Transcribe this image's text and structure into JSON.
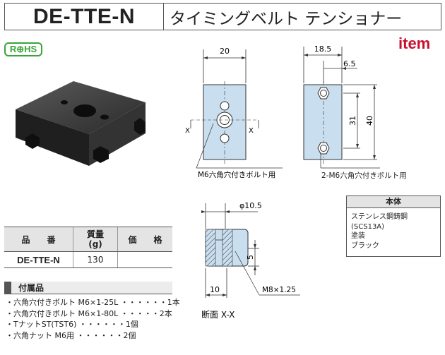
{
  "header": {
    "product_code": "DE-TTE-N",
    "product_name": "タイミングベルト テンショナー"
  },
  "badges": {
    "rohs": "R⊕HS",
    "brand": "item"
  },
  "colors": {
    "rohs_green": "#3aa43a",
    "brand_red": "#c8102e",
    "part_blue": "#c9deef",
    "block_black": "#2b2b2b"
  },
  "drawings": {
    "front": {
      "dim_width": "20",
      "label_x_left": "X",
      "label_x_right": "X",
      "callout": "M6六角穴付きボルト用"
    },
    "side": {
      "dim_width": "18.5",
      "dim_offset": "6.5",
      "dim_height_inner": "31",
      "dim_height_outer": "40",
      "callout": "2-M6六角穴付きボルト用"
    },
    "section": {
      "dim_diameter": "φ10.5",
      "dim_depth": "5",
      "dim_width": "10",
      "thread": "M8×1.25",
      "title": "断面 X-X"
    }
  },
  "spec_table": {
    "headers": [
      "品　　番",
      "質量\n(g)",
      "価　　格"
    ],
    "rows": [
      {
        "part": "DE-TTE-N",
        "mass": "130",
        "price": ""
      }
    ]
  },
  "accessories": {
    "title": "付属品",
    "items": [
      "・六角穴付きボルト M6×1-25L ・・・・・・1本",
      "・六角穴付きボルト M6×1-80L ・・・・・2本",
      "・TナットST(TST6) ・・・・・・1個",
      "・六角ナット M6用 ・・・・・・2個"
    ]
  },
  "material": {
    "title": "本体",
    "lines": [
      "ステンレス鋼鋳鋼(SCS13A)",
      "塗装",
      "ブラック"
    ]
  }
}
